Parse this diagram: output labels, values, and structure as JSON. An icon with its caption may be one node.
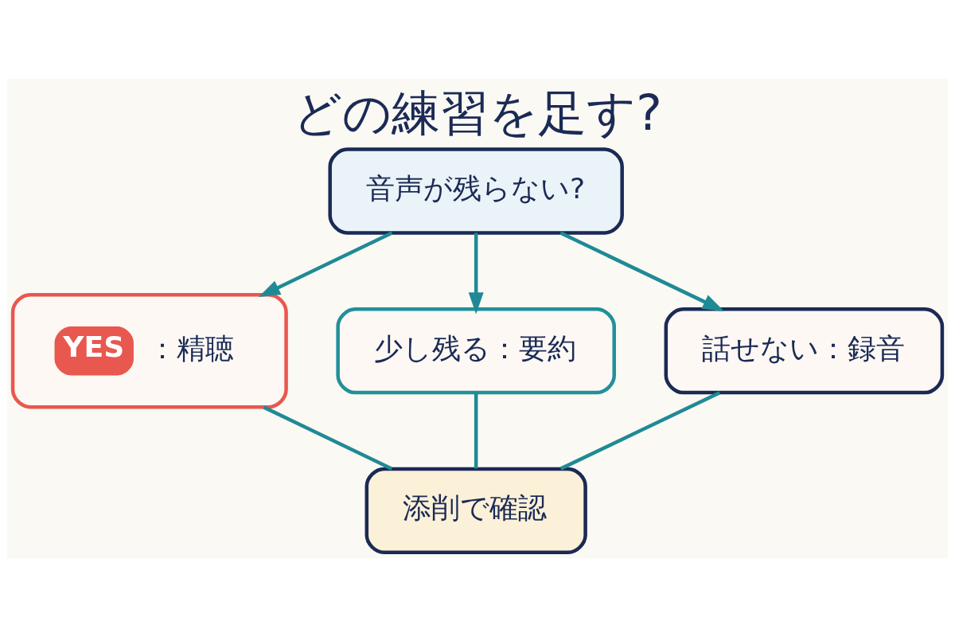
{
  "diagram": {
    "title": "どの練習を足す?",
    "nodes": [
      {
        "text": [
          "音声が残らない?"
        ]
      },
      {
        "text": [
          "YES",
          "：精聴"
        ]
      },
      {
        "text": [
          "少し残る：要約"
        ]
      },
      {
        "text": [
          "話せない：録音"
        ]
      },
      {
        "text": [
          "添削で確認"
        ]
      }
    ],
    "edges": [
      {
        "from": 0,
        "to": 1,
        "arrow": "to"
      },
      {
        "from": 0,
        "to": 2,
        "arrow": "to"
      },
      {
        "from": 0,
        "to": 3,
        "arrow": "to"
      },
      {
        "from": 1,
        "to": 4,
        "arrow": "none"
      },
      {
        "from": 2,
        "to": 4,
        "arrow": "none"
      },
      {
        "from": 3,
        "to": 4,
        "arrow": "none"
      }
    ]
  }
}
